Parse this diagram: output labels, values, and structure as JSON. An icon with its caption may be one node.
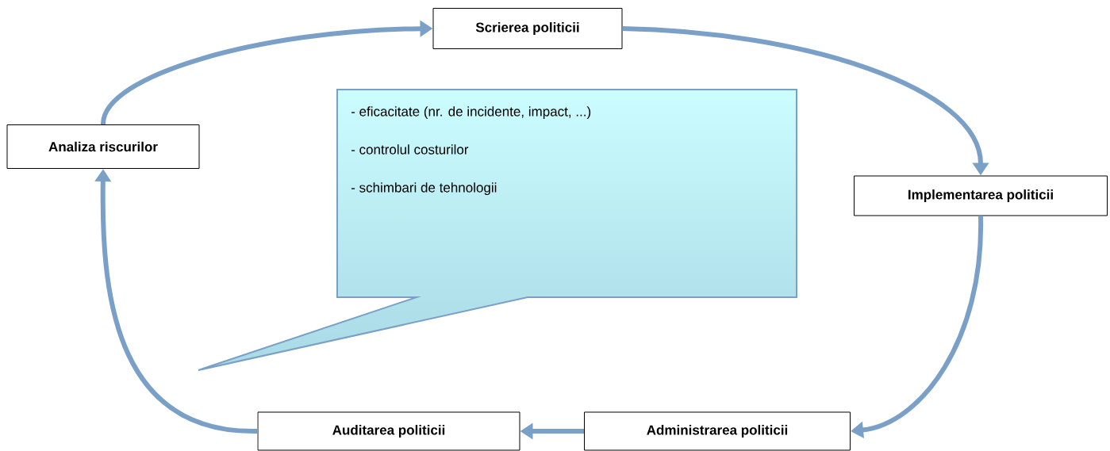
{
  "diagram": {
    "nodes": [
      {
        "text": [
          "Scrierea politicii"
        ]
      },
      {
        "text": [
          "Implementarea politicii"
        ]
      },
      {
        "text": [
          "Administrarea politicii"
        ]
      },
      {
        "text": [
          "Auditarea politicii"
        ]
      },
      {
        "text": [
          "Analiza riscurilor"
        ]
      },
      {
        "text": [
          "- eficacitate (nr. de incidente, impact, ...)",
          "- controlul costurilor",
          "- schimbari de tehnologii"
        ]
      }
    ],
    "edges": [
      {
        "from": 4,
        "to": 0,
        "arrow": "to"
      },
      {
        "from": 0,
        "to": 1,
        "arrow": "to"
      },
      {
        "from": 1,
        "to": 2,
        "arrow": "to"
      },
      {
        "from": 2,
        "to": 3,
        "arrow": "to"
      },
      {
        "from": 3,
        "to": 4,
        "arrow": "to"
      }
    ]
  }
}
